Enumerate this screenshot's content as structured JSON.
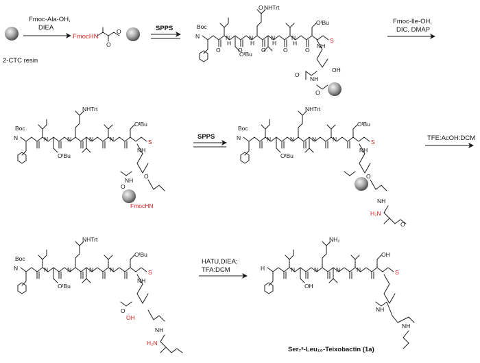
{
  "resin": {
    "name": "2-CTC resin"
  },
  "reagents": {
    "step1": [
      "Fmoc-Ala-OH,",
      "DIEA"
    ],
    "step2": "SPPS",
    "step3": [
      "Fmoc-Ile-OH,",
      "DIC, DMAP"
    ],
    "step4": "SPPS",
    "step5": "TFE:AcOH:DCM",
    "step6": [
      "HATU,DIEA;",
      "TFA:DCM"
    ]
  },
  "groups": {
    "fmochn": "FmocHN",
    "boc": "Boc",
    "nhtrt": "NHTrt",
    "otbu": "OᵗBu",
    "nh": "NH",
    "n": "N",
    "h": "H",
    "o": "O",
    "s": "S",
    "oh": "OH",
    "h2n": "H₂N",
    "nh2": "NH₂",
    "cooh": "OH"
  },
  "product": {
    "label": "Ser₇ˢ-Leu₁₀-Teixobactin (1a)"
  },
  "colors": {
    "bond": "#1a1a1a",
    "highlight": "#d62020",
    "resin_dark": "#555555",
    "resin_light": "#d9d9d9"
  }
}
